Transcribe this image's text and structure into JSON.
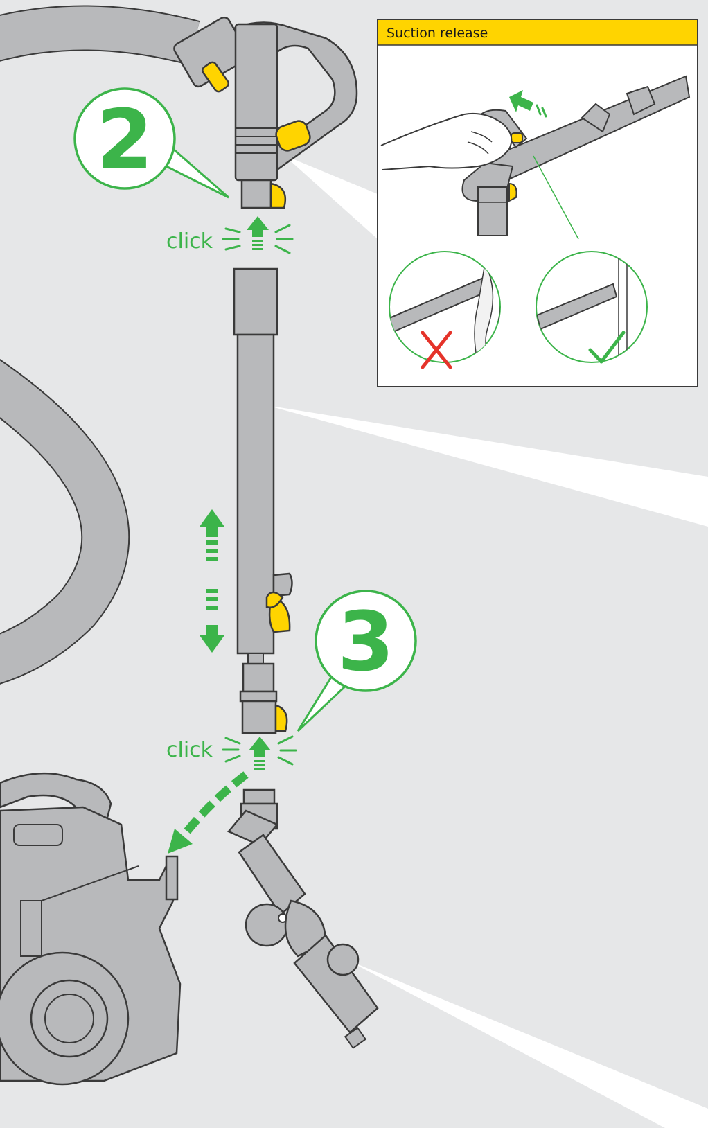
{
  "suction_release_panel": {
    "title": "Suction release"
  },
  "steps": [
    {
      "number": "2"
    },
    {
      "number": "3"
    }
  ],
  "click_labels": [
    {
      "text": "click"
    },
    {
      "text": "click"
    }
  ],
  "colors": {
    "background": "#e6e7e8",
    "accent_green": "#3cb44a",
    "accent_yellow": "#ffd400",
    "part_grey": "#b8b9bb",
    "outline": "#3a3a3a",
    "error_red": "#e5332a"
  },
  "icons": [
    "cross-mark-icon",
    "check-mark-icon",
    "up-arrow-icon",
    "double-arrow-icon",
    "curved-arrow-icon"
  ]
}
